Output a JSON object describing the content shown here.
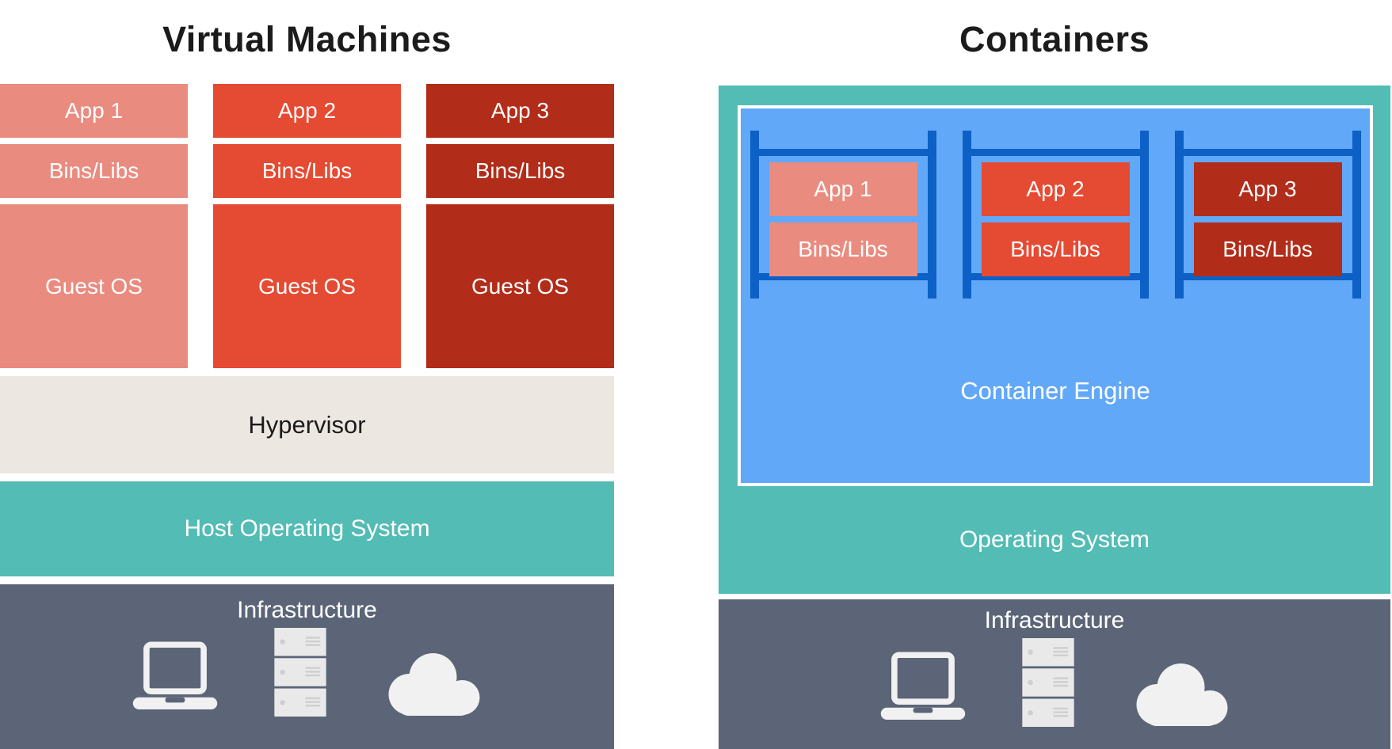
{
  "colors": {
    "app1_red_light": "#EA8B80",
    "app2_red_medium": "#E54A32",
    "app3_red_dark": "#B12D19",
    "hypervisor_beige": "#EDE7E1",
    "teal": "#53BCB4",
    "infrastructure_slate": "#5B6577",
    "engine_blue": "#62A8F8",
    "rack_frame_blue": "#0C60C6",
    "icon_gray": "#F1F1F1",
    "title_text": "#1B1B1B"
  },
  "vm_panel": {
    "title": "Virtual Machines",
    "stacks": [
      {
        "app_label": "App 1",
        "bins_label": "Bins/Libs",
        "os_label": "Guest OS",
        "color": "#EA8B80"
      },
      {
        "app_label": "App 2",
        "bins_label": "Bins/Libs",
        "os_label": "Guest OS",
        "color": "#E54A32"
      },
      {
        "app_label": "App 3",
        "bins_label": "Bins/Libs",
        "os_label": "Guest OS",
        "color": "#B12D19"
      }
    ],
    "hypervisor_label": "Hypervisor",
    "host_os_label": "Host Operating System",
    "infrastructure_label": "Infrastructure"
  },
  "containers_panel": {
    "title": "Containers",
    "containers": [
      {
        "app_label": "App 1",
        "bins_label": "Bins/Libs",
        "color": "#EA8B80"
      },
      {
        "app_label": "App 2",
        "bins_label": "Bins/Libs",
        "color": "#E54A32"
      },
      {
        "app_label": "App 3",
        "bins_label": "Bins/Libs",
        "color": "#B12D19"
      }
    ],
    "engine_label": "Container Engine",
    "os_label": "Operating System",
    "infrastructure_label": "Infrastructure"
  },
  "icons": {
    "laptop": "laptop-icon",
    "server": "server-icon",
    "cloud": "cloud-icon"
  }
}
